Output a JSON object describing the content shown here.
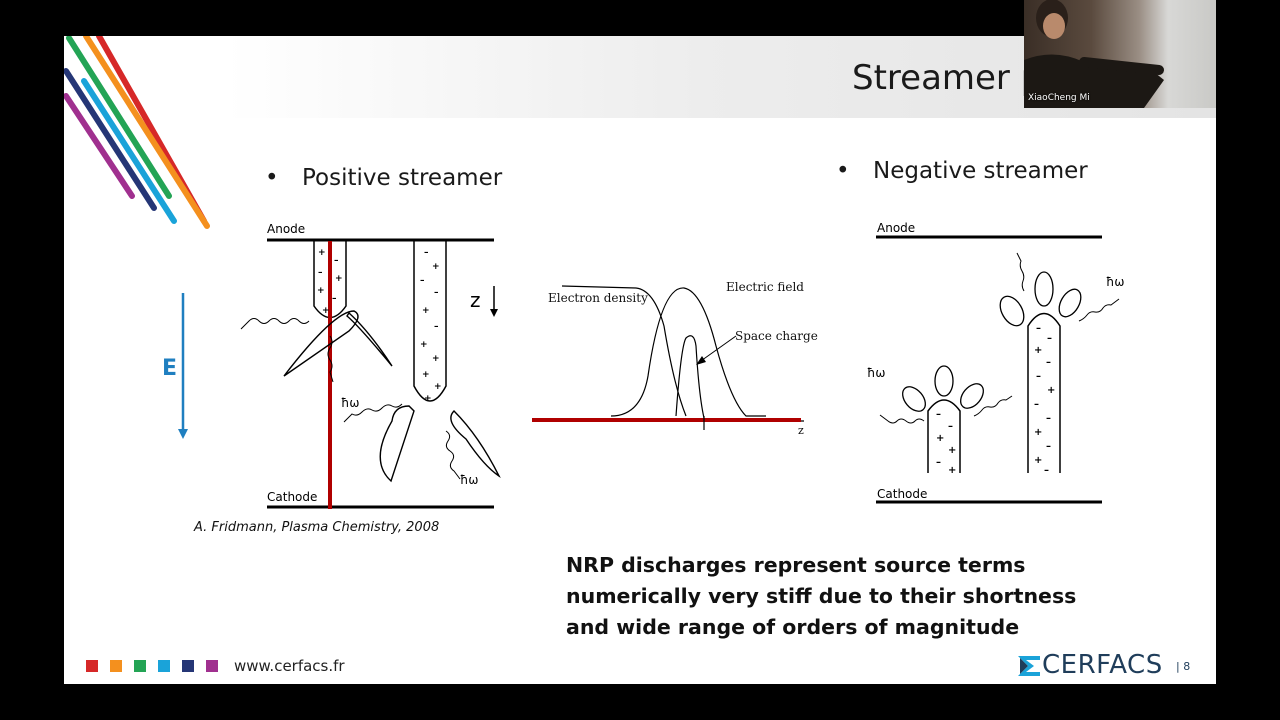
{
  "slide": {
    "title": "Streamer p",
    "page_number": "8"
  },
  "positive": {
    "heading": "Positive streamer",
    "anode": "Anode",
    "cathode": "Cathode",
    "field": "E",
    "z_label": "z",
    "photon_1": "ħω",
    "photon_2": "ħω",
    "citation": "A. Fridmann, Plasma Chemistry, 2008"
  },
  "profile": {
    "electron_density": "Electron density",
    "electric_field": "Electric field",
    "space_charge": "Space charge",
    "axis_z": "z"
  },
  "negative": {
    "heading": "Negative streamer",
    "anode": "Anode",
    "cathode": "Cathode",
    "photon_1": "ħω",
    "photon_2": "ħω"
  },
  "note": "NRP discharges represent source terms numerically very stiff due to their shortness and wide range of orders of magnitude",
  "footer": {
    "url": "www.cerfacs.fr",
    "logo": "CERFACS",
    "colors": [
      "#d62828",
      "#f4901e",
      "#23a455",
      "#1aa3d9",
      "#253676",
      "#a0308f"
    ]
  },
  "webcam": {
    "participant": "XiaoCheng Mi"
  },
  "accent_colors": {
    "red_line": "#b00000",
    "field_arrow": "#1f7fc0"
  }
}
